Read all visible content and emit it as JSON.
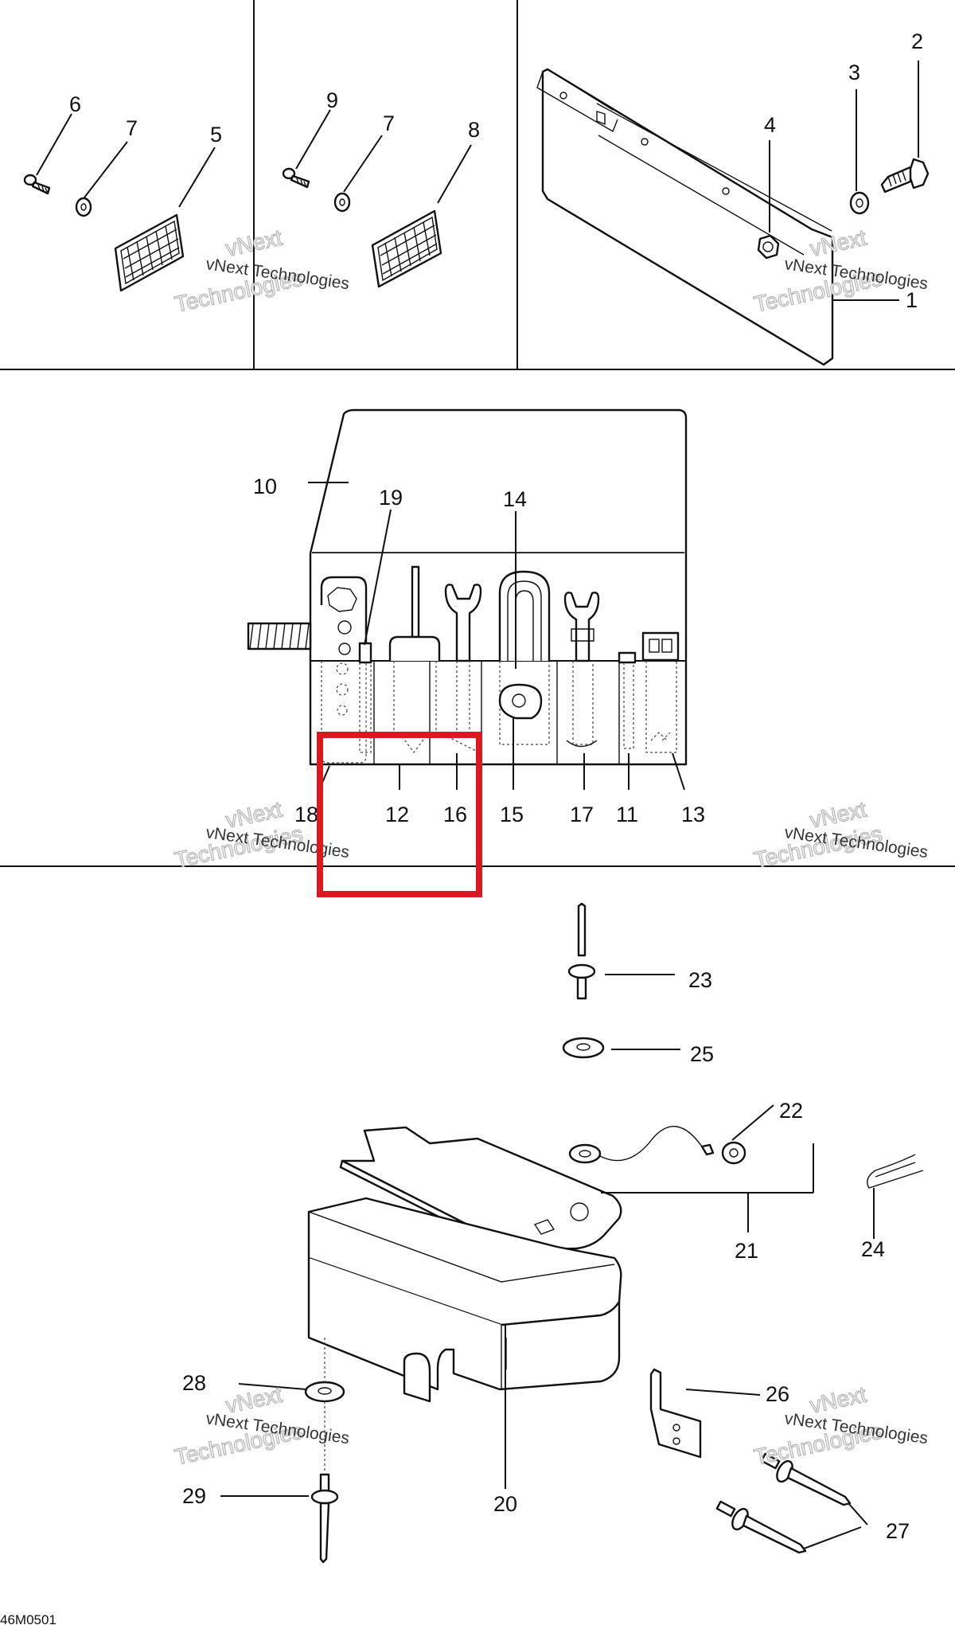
{
  "diagram": {
    "code": "46M0501",
    "watermark": {
      "line1": "vNext",
      "line2": "Technologies",
      "caption": "vNext Technologies"
    },
    "highlight_color": "#d9191f",
    "callouts": [
      {
        "id": "c6",
        "text": "6"
      },
      {
        "id": "c7a",
        "text": "7"
      },
      {
        "id": "c5",
        "text": "5"
      },
      {
        "id": "c9",
        "text": "9"
      },
      {
        "id": "c7b",
        "text": "7"
      },
      {
        "id": "c8",
        "text": "8"
      },
      {
        "id": "c4",
        "text": "4"
      },
      {
        "id": "c3",
        "text": "3"
      },
      {
        "id": "c2",
        "text": "2"
      },
      {
        "id": "c1",
        "text": "1"
      },
      {
        "id": "c10",
        "text": "10"
      },
      {
        "id": "c19",
        "text": "19"
      },
      {
        "id": "c14",
        "text": "14"
      },
      {
        "id": "c18",
        "text": "18"
      },
      {
        "id": "c12",
        "text": "12"
      },
      {
        "id": "c16",
        "text": "16"
      },
      {
        "id": "c15",
        "text": "15"
      },
      {
        "id": "c17",
        "text": "17"
      },
      {
        "id": "c11",
        "text": "11"
      },
      {
        "id": "c13",
        "text": "13"
      },
      {
        "id": "c23",
        "text": "23"
      },
      {
        "id": "c25",
        "text": "25"
      },
      {
        "id": "c22",
        "text": "22"
      },
      {
        "id": "c21",
        "text": "21"
      },
      {
        "id": "c24",
        "text": "24"
      },
      {
        "id": "c28",
        "text": "28"
      },
      {
        "id": "c29",
        "text": "29"
      },
      {
        "id": "c20",
        "text": "20"
      },
      {
        "id": "c26",
        "text": "26"
      },
      {
        "id": "c27",
        "text": "27"
      }
    ]
  }
}
